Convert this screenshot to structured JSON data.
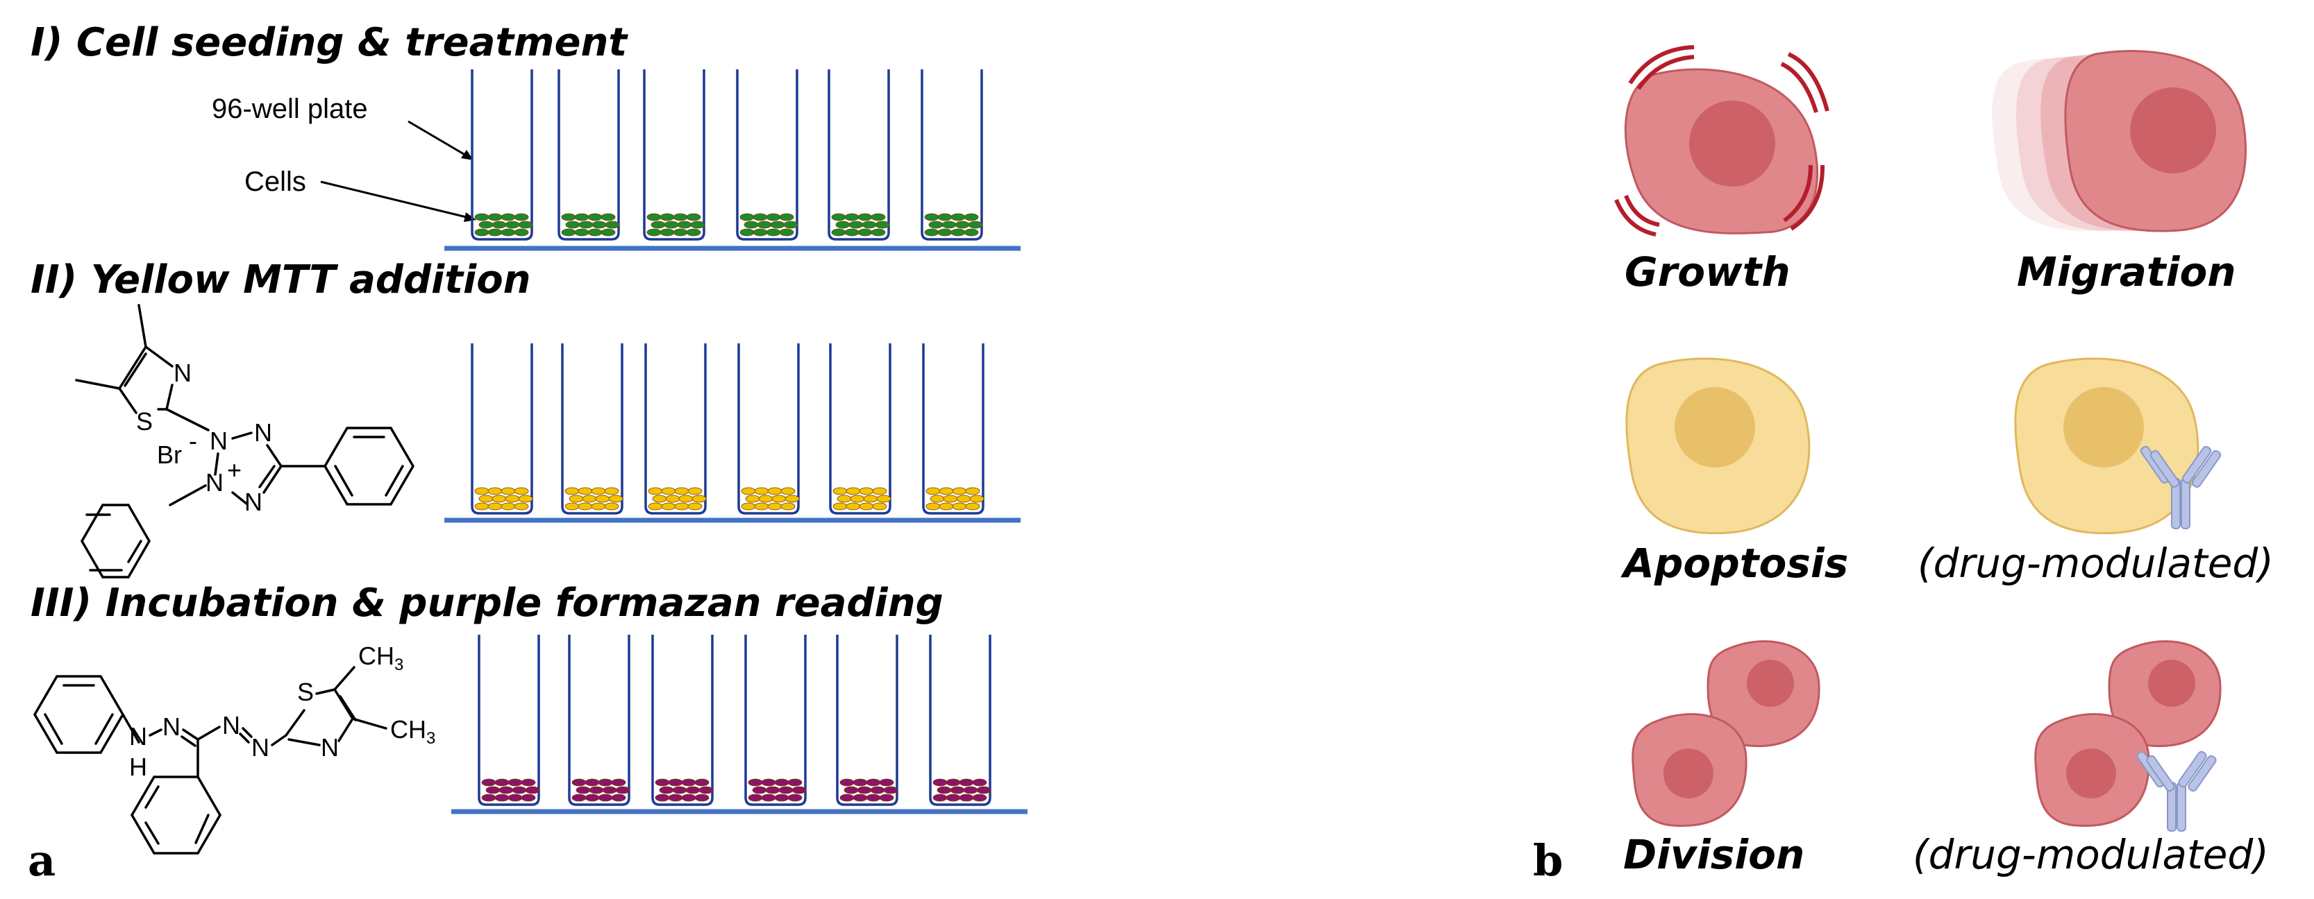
{
  "panel_a": {
    "label": "a",
    "steps": [
      {
        "title": "I) Cell seeding & treatment"
      },
      {
        "title": "II) Yellow MTT addition"
      },
      {
        "title": "III) Incubation & purple formazan reading"
      }
    ],
    "annotations": {
      "plate": "96-well plate",
      "cells": "Cells"
    },
    "mtt_atoms": {
      "n1": "N",
      "s": "S",
      "br": "Br",
      "br_sup": "-",
      "n2": "N",
      "n3": "N",
      "n4": "N",
      "n5": "N",
      "plus": "+"
    },
    "formazan_atoms": {
      "nh_n": "N",
      "nh_h": "H",
      "n_a": "N",
      "n_b": "N",
      "n_c": "N",
      "s": "S",
      "n_d": "N",
      "ch3_top": "CH",
      "ch3_top_sub": "3",
      "ch3_right": "CH",
      "ch3_right_sub": "3"
    },
    "colors": {
      "plate": "#1f3a93",
      "baseline": "#4472c4",
      "cells_green": "#1e8a2c",
      "cells_yellow": "#f3c300",
      "cells_purple": "#8a1466"
    }
  },
  "panel_b": {
    "label": "b",
    "captions": {
      "growth": "Growth",
      "migration": "Migration",
      "apoptosis": "Apoptosis",
      "apoptosis_drug": "(drug-modulated)",
      "division": "Division",
      "division_drug": "(drug-modulated)"
    },
    "colors": {
      "cell_pink": "#e0878c",
      "nucleus_pink": "#cc6268",
      "cell_yellow": "#f8dc9a",
      "nucleus_yellow": "#e9c06a",
      "growth_marks": "#b41e2a",
      "antibody": "#b9c3e6"
    }
  }
}
